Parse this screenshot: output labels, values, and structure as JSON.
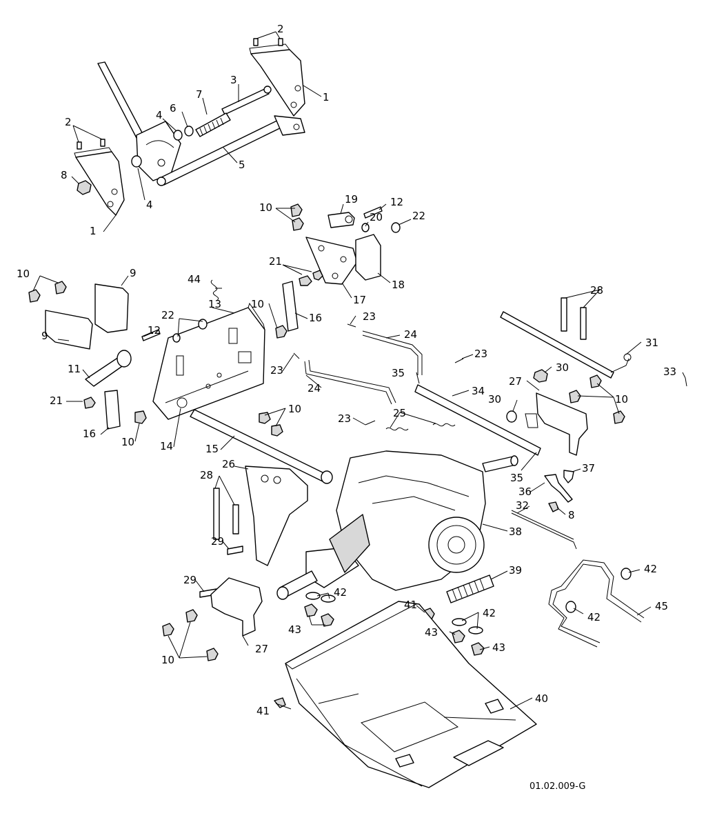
{
  "drawing": {
    "code": "01.02.009-G",
    "background": "#ffffff",
    "line_color": "#000000"
  },
  "callouts": [
    "1",
    "2",
    "3",
    "4",
    "5",
    "6",
    "7",
    "8",
    "9",
    "10",
    "11",
    "12",
    "13",
    "14",
    "15",
    "16",
    "17",
    "18",
    "19",
    "20",
    "21",
    "22",
    "23",
    "24",
    "25",
    "26",
    "27",
    "28",
    "29",
    "30",
    "31",
    "32",
    "33",
    "34",
    "35",
    "36",
    "37",
    "38",
    "39",
    "40",
    "41",
    "42",
    "43",
    "44",
    "45"
  ]
}
